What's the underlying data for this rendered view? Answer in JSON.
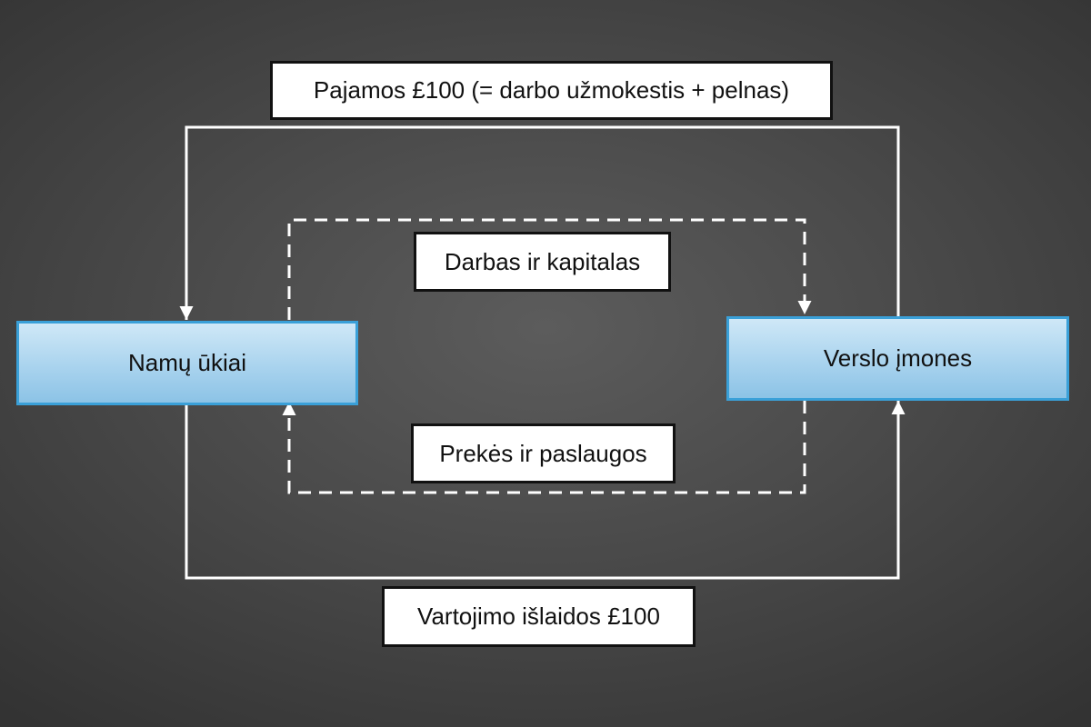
{
  "diagram": {
    "income_label": "Pajamos £100 (= darbo užmokestis + pelnas)",
    "factors_label": "Darbas ir kapitalas",
    "goods_label": "Prekės ir paslaugos",
    "spending_label": "Vartojimo išlaidos £100",
    "households": "Namų ūkiai",
    "firms": "Verslo įmones"
  },
  "colors": {
    "background": "#4a4a4a",
    "node_fill": "#a9d3ee",
    "node_border": "#3aa0d8",
    "money_flow": "#ffffff",
    "real_flow": "#ffffff"
  }
}
